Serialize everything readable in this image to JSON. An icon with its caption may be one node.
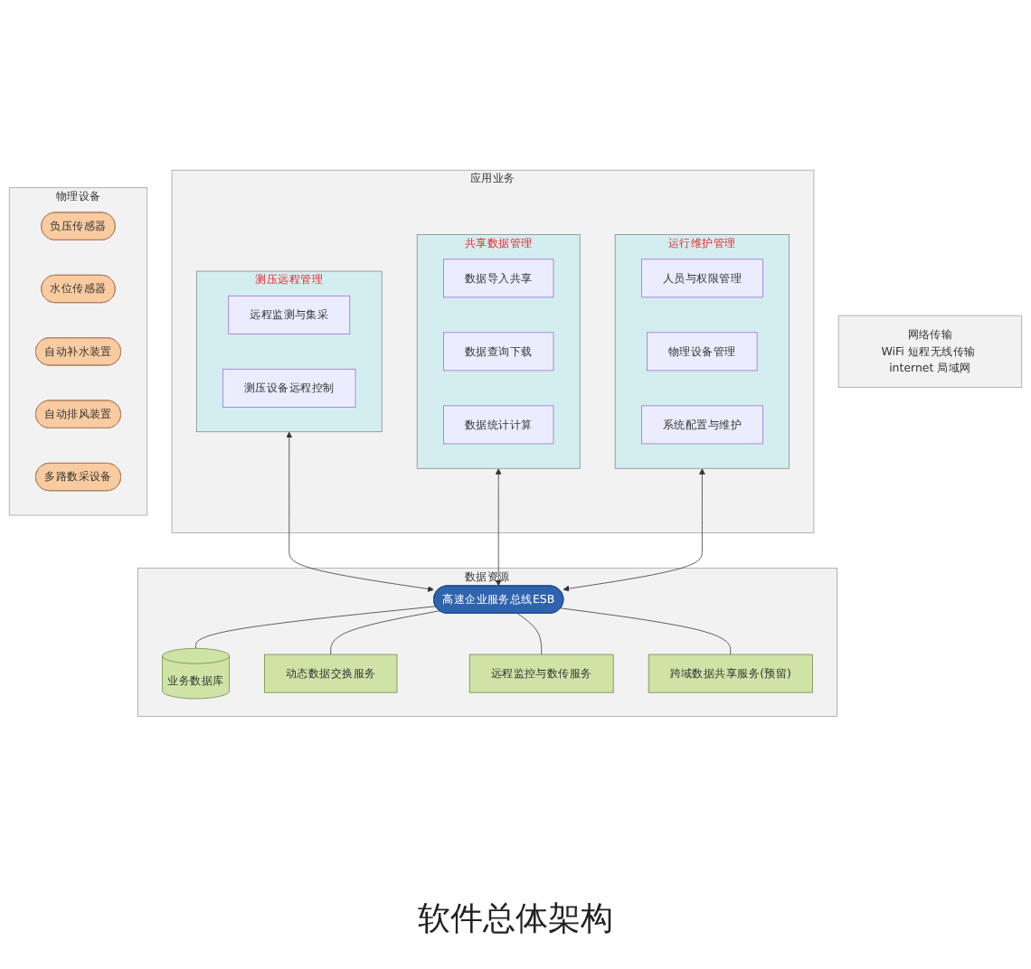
{
  "diagram": {
    "caption": "软件总体架构",
    "nodes": [
      {
        "text": [
          "应用业务"
        ]
      },
      {
        "text": [
          "测压远程管理"
        ],
        "in": 0
      },
      {
        "text": [
          "远程监测与集采"
        ],
        "in": 1
      },
      {
        "text": [
          "测压设备远程控制"
        ],
        "in": 1
      },
      {
        "text": [
          "共享数据管理"
        ],
        "in": 0
      },
      {
        "text": [
          "数据导入共享"
        ],
        "in": 4
      },
      {
        "text": [
          "数据查询下载"
        ],
        "in": 4
      },
      {
        "text": [
          "数据统计计算"
        ],
        "in": 4
      },
      {
        "text": [
          "运行维护管理"
        ],
        "in": 0
      },
      {
        "text": [
          "人员与权限管理"
        ],
        "in": 8
      },
      {
        "text": [
          "物理设备管理"
        ],
        "in": 8
      },
      {
        "text": [
          "系统配置与维护"
        ],
        "in": 8
      },
      {
        "text": [
          "数据资源"
        ]
      },
      {
        "text": [
          "高速企业服务总线ESB"
        ],
        "in": 12
      },
      {
        "text": [
          "业务数据库"
        ],
        "in": 12
      },
      {
        "text": [
          "动态数据交换服务"
        ],
        "in": 12
      },
      {
        "text": [
          "远程监控与数传服务"
        ],
        "in": 12
      },
      {
        "text": [
          "跨域数据共享服务(预留)"
        ],
        "in": 12
      },
      {
        "text": [
          "网络传输",
          "WiFi 短程无线传输 internet 局域网"
        ]
      },
      {
        "text": [
          "物理设备"
        ]
      },
      {
        "text": [
          "负压传感器"
        ],
        "in": 19
      },
      {
        "text": [
          "水位传感器"
        ],
        "in": 19
      },
      {
        "text": [
          "自动补水装置"
        ],
        "in": 19
      },
      {
        "text": [
          "自动排风装置"
        ],
        "in": 19
      },
      {
        "text": [
          "多路数采设备"
        ],
        "in": 19
      }
    ],
    "edges": [
      {
        "from": 1,
        "to": 13,
        "arrow": "both"
      },
      {
        "from": 4,
        "to": 13,
        "arrow": "both"
      },
      {
        "from": 8,
        "to": 13,
        "arrow": "both"
      },
      {
        "from": 13,
        "to": 14,
        "arrow": "none"
      },
      {
        "from": 13,
        "to": 15,
        "arrow": "none"
      },
      {
        "from": 13,
        "to": 16,
        "arrow": "none"
      },
      {
        "from": 13,
        "to": 17,
        "arrow": "none"
      }
    ]
  }
}
